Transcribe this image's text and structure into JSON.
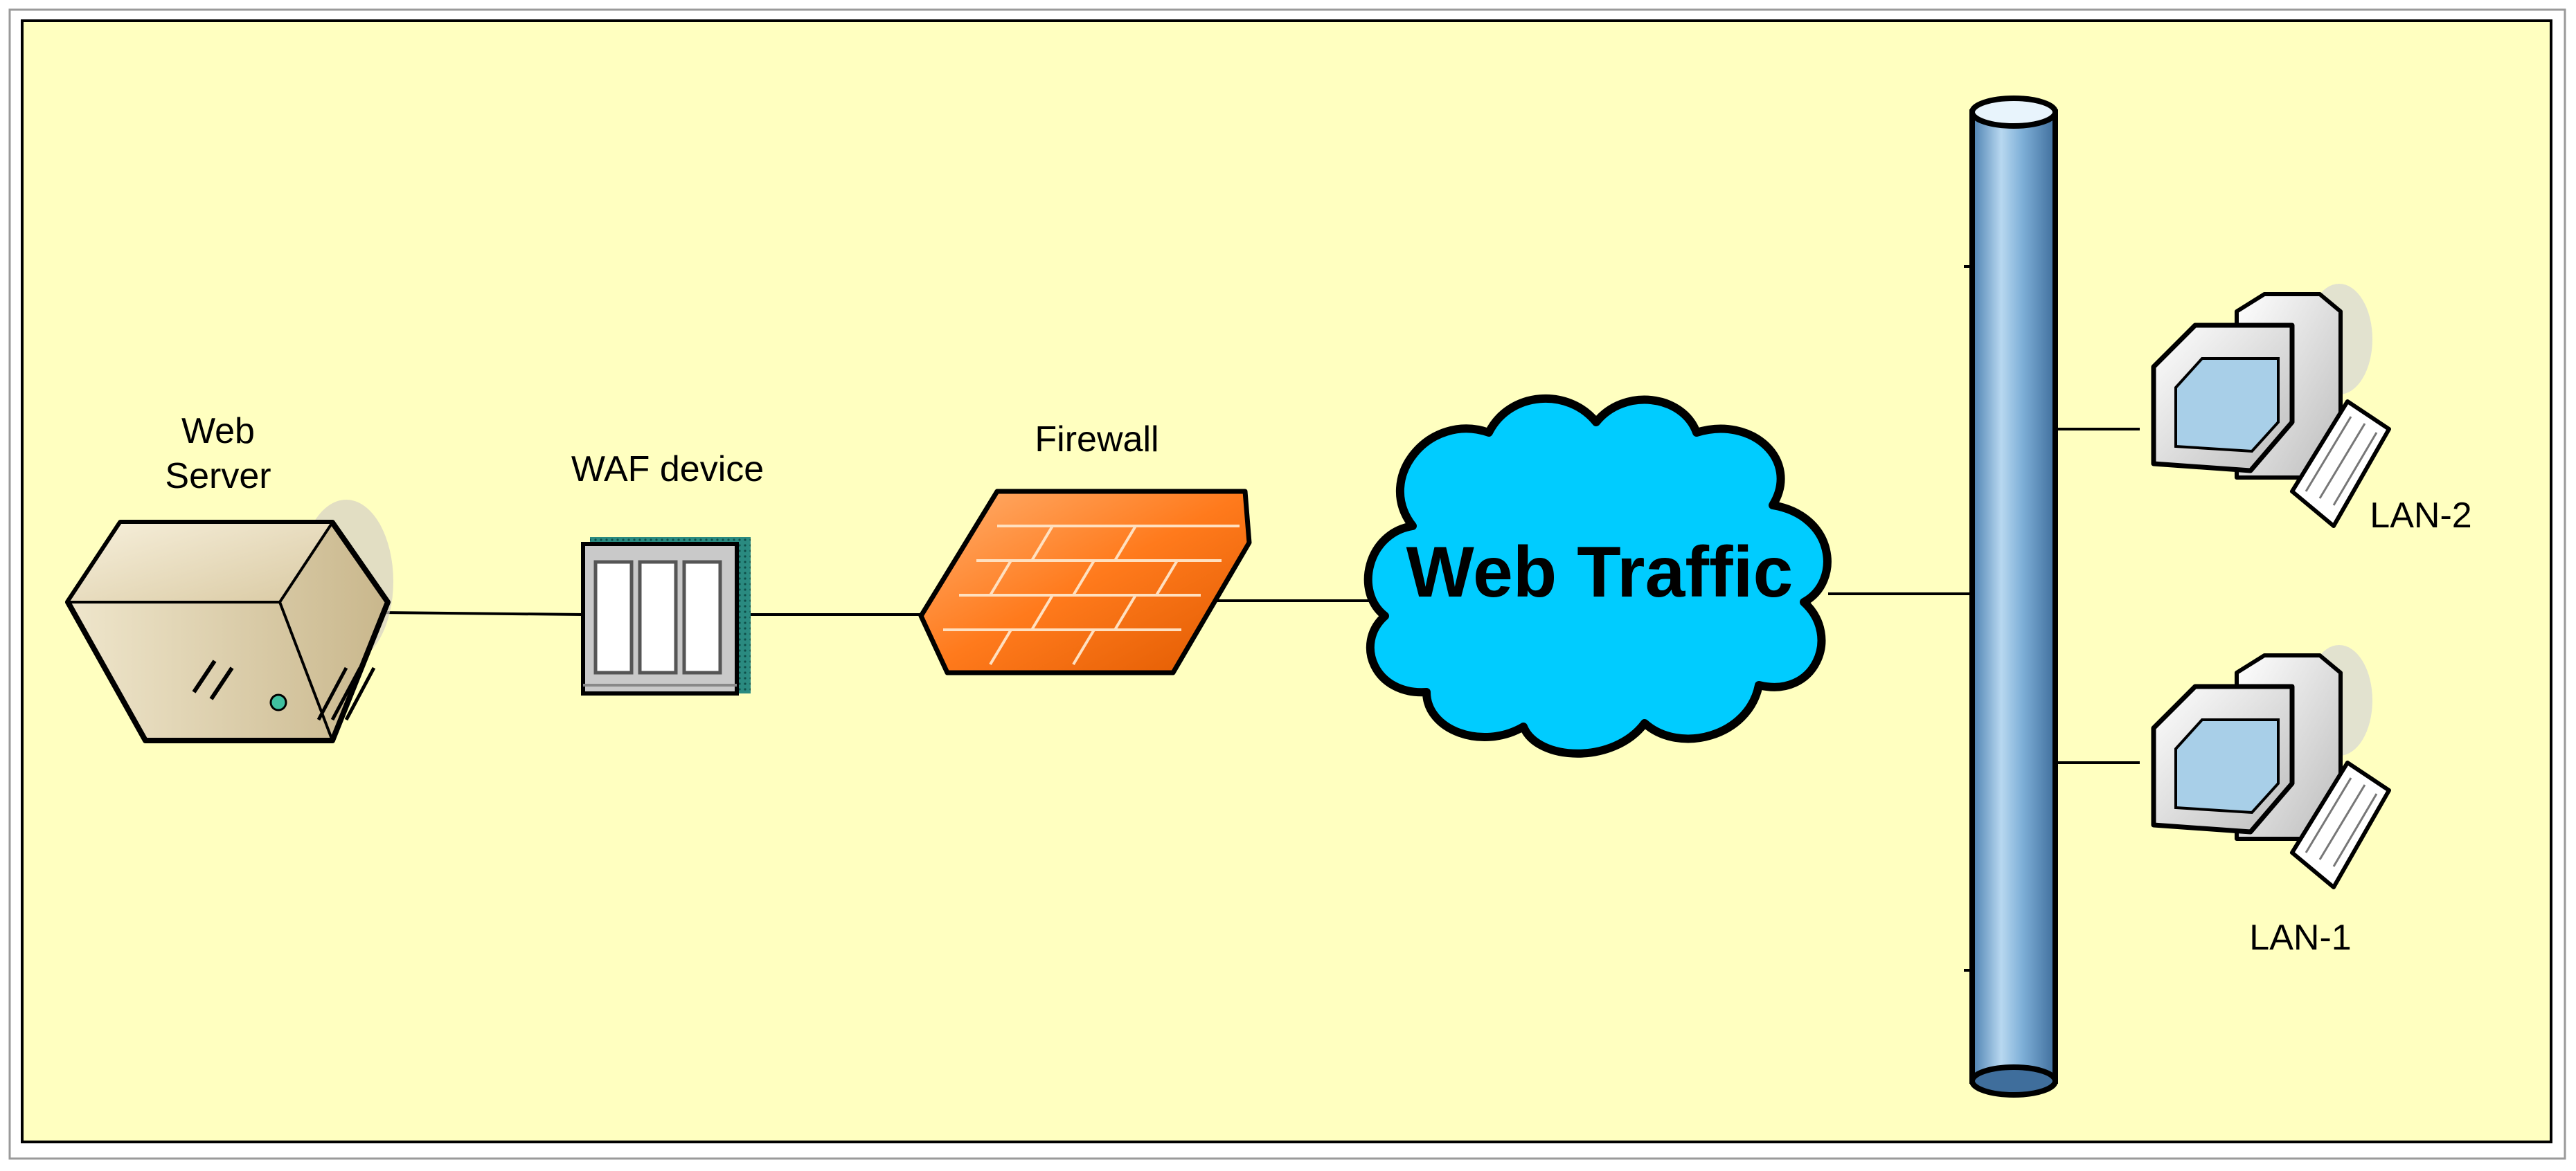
{
  "diagram": {
    "labels": {
      "web_server_line1": "Web",
      "web_server_line2": "Server",
      "waf": "WAF device",
      "firewall": "Firewall",
      "cloud": "Web Traffic",
      "lan2": "LAN-2",
      "lan1": "LAN-1"
    },
    "colors": {
      "background": "#ffffc0",
      "cloud": "#00ccff",
      "firewall": "#ff8a2a",
      "backbone": "#6a9ec9",
      "server": "#e8dcc0",
      "connector": "#000000"
    },
    "icons": [
      "server-icon",
      "waf-device-icon",
      "firewall-icon",
      "cloud-icon",
      "network-backbone-icon",
      "computer-icon"
    ]
  }
}
